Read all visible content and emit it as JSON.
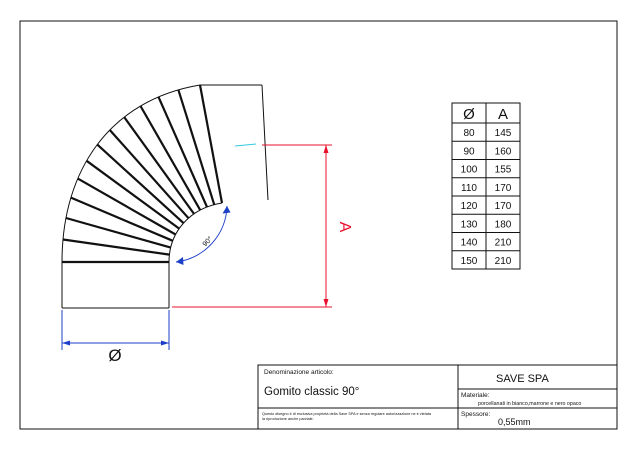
{
  "dimensions": {
    "diameter_label": "Ø",
    "height_label": "A",
    "angle_label": "90°"
  },
  "spec_table": {
    "headers": [
      "Ø",
      "A"
    ],
    "rows": [
      [
        "80",
        "145"
      ],
      [
        "90",
        "160"
      ],
      [
        "100",
        "155"
      ],
      [
        "110",
        "170"
      ],
      [
        "120",
        "170"
      ],
      [
        "130",
        "180"
      ],
      [
        "140",
        "210"
      ],
      [
        "150",
        "210"
      ]
    ]
  },
  "title_block": {
    "denomination_label": "Denominazione articolo:",
    "article_name": "Gomito classic 90°",
    "company": "SAVE SPA",
    "material_label": "Materiale:",
    "material_value": "porcellanati in bianco,marrone e nero opaco",
    "thickness_label": "Spessore:",
    "thickness_value": "0,55mm",
    "disclaimer_line1": "Questo disegno è di esclusiva proprietà della Save SPA e senza regolare autorizzazione ne è vietata",
    "disclaimer_line2": "la riproduzione anche parziale."
  },
  "colors": {
    "outline": "#111111",
    "dimension_red": "#e8102a",
    "dimension_blue": "#1c3fc8",
    "center_mark": "#33c8e0"
  }
}
